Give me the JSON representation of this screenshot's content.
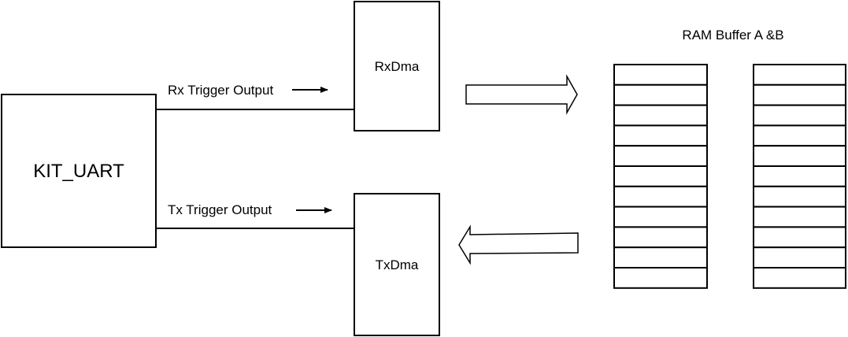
{
  "blocks": {
    "uart": "KIT_UART",
    "rxdma": "RxDma",
    "txdma": "TxDma"
  },
  "signals": {
    "rx": "Rx Trigger Output",
    "tx": "Tx Trigger Output"
  },
  "ram": {
    "title": "RAM Buffer A &B"
  },
  "colors": {
    "stroke": "#000000",
    "background": "#ffffff"
  }
}
